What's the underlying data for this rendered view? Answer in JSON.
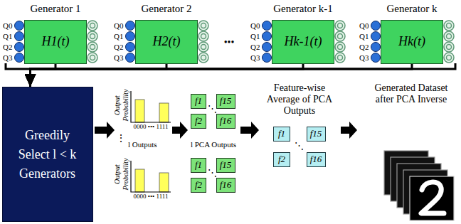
{
  "diagram": {
    "nodes": [
      {
        "text": [
          "Generator 1",
          "H1(t)"
        ]
      },
      {
        "text": [
          "Generator 2",
          "H2(t)"
        ]
      },
      {
        "text": [
          "Generator k-1",
          "Hk-1(t)"
        ]
      },
      {
        "text": [
          "Generator k",
          "Hk(t)"
        ]
      },
      {
        "text": [
          "Greedily Select l < k Generators"
        ]
      },
      {
        "text": [
          "f1"
        ]
      },
      {
        "text": [
          "f15"
        ]
      },
      {
        "text": [
          "f2"
        ]
      },
      {
        "text": [
          "f16"
        ]
      },
      {
        "text": [
          "f1"
        ]
      },
      {
        "text": [
          "f15"
        ]
      },
      {
        "text": [
          "f2"
        ]
      },
      {
        "text": [
          "f16"
        ]
      },
      {
        "text": [
          "f1"
        ]
      },
      {
        "text": [
          "f15"
        ]
      },
      {
        "text": [
          "f2"
        ]
      },
      {
        "text": [
          "f16"
        ]
      }
    ],
    "edges": [
      {
        "from": 0,
        "to": 4,
        "arrow": "to"
      },
      {
        "from": 1,
        "to": 4,
        "arrow": "to"
      },
      {
        "from": 2,
        "to": 4,
        "arrow": "to"
      },
      {
        "from": 3,
        "to": 4,
        "arrow": "to"
      }
    ],
    "labels": [
      "Q0",
      "Q1",
      "Q2",
      "Q3",
      "Q0",
      "Q1",
      "Q2",
      "Q3",
      "Q0",
      "Q1",
      "Q2",
      "Q3",
      "Q0",
      "Q1",
      "Q2",
      "Q3",
      "•••",
      "Output Probability",
      "0000 ••• 1111",
      "⋮",
      "l Outputs",
      "Output Probability",
      "0000 ••• 1111",
      "⋱",
      "l PCA Outputs",
      "⋱",
      "Feature-wise Average of PCA Outputs",
      "⋱",
      "Generated Dataset after PCA Inverse"
    ]
  }
}
